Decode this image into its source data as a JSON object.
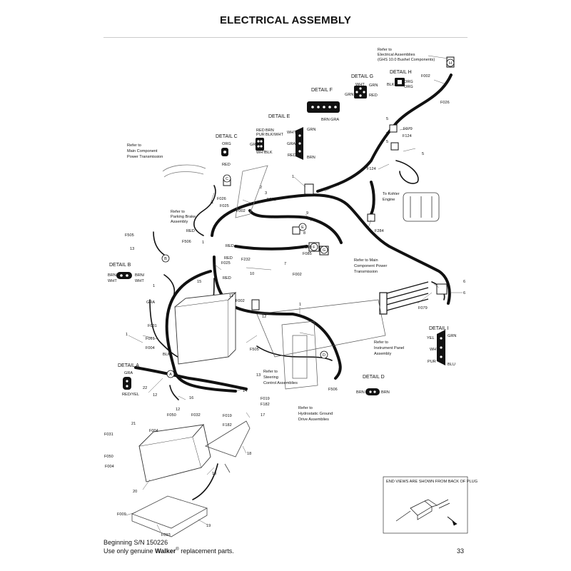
{
  "title": "ELECTRICAL ASSEMBLY",
  "footer": {
    "serial": "Beginning S/N 150226",
    "use_only": "Use only genuine",
    "brand": "Walker",
    "reg": "®",
    "replacement": "replacement parts.",
    "page": "33"
  },
  "details": {
    "a": {
      "title": "DETAIL A",
      "labels": [
        "GRA",
        "RED/YEL"
      ]
    },
    "b": {
      "title": "DETAIL B",
      "labels": [
        "BRN/",
        "WHT",
        "BRN/",
        "WHT"
      ]
    },
    "c": {
      "title": "DETAIL C",
      "labels": [
        "ORG",
        "RED"
      ]
    },
    "d": {
      "title": "DETAIL D",
      "labels": [
        "BRN",
        "BRN"
      ]
    },
    "e": {
      "title": "DETAIL E",
      "labels": [
        "RED",
        "BRN",
        "PUR",
        "BLK/WHT",
        "GRA",
        "WHT",
        "BLK",
        "WHT",
        "GRN",
        "GRA",
        "RED",
        "BRN"
      ]
    },
    "f": {
      "title": "DETAIL F",
      "labels": [
        "BRN",
        "GRA"
      ]
    },
    "g": {
      "title": "DETAIL G",
      "labels": [
        "WHT",
        "GRN",
        "GRN",
        "RED"
      ]
    },
    "h": {
      "title": "DETAIL H",
      "labels": [
        "BLK",
        "ORG",
        "ORG"
      ]
    },
    "i": {
      "title": "DETAIL I",
      "labels": [
        "YEL",
        "GRN",
        "WHT",
        "PUR",
        "BLU"
      ]
    }
  },
  "refs": {
    "ghs": [
      "Refer to",
      "Electrical Assemblies",
      "(GHS 10.0 Bushel Components)"
    ],
    "main_component": [
      "Refer to",
      "Main Component",
      "Power Transmission"
    ],
    "parking_brake": [
      "Refer to",
      "Parking Brake",
      "Assembly"
    ],
    "kohler": [
      "To Kohler",
      "Engine"
    ],
    "main_component2": [
      "Refer to Main",
      "Component Power",
      "Transmission"
    ],
    "instrument": [
      "Refer to",
      "Instrument Panel",
      "Assembly"
    ],
    "steering": [
      "Refer to",
      "Steering",
      "Control Assemblies"
    ],
    "hydrostatic": [
      "Refer to",
      "Hydrostatic Ground",
      "Drive Assemblies"
    ]
  },
  "end_view_note": "END VIEWS ARE SHOWN FROM BACK OF PLUG",
  "callouts": {
    "upper": [
      "F002",
      "F026",
      "5",
      "F079",
      "5",
      "F124",
      "5",
      "5",
      "F124",
      "F284",
      "4",
      "1",
      "2",
      "3",
      "F002",
      "F026",
      "F025",
      "F002",
      "1",
      "9",
      "8",
      "F129",
      "F085",
      "7",
      "F002",
      "6",
      "6",
      "F079",
      "RED",
      "F506",
      "F505",
      "13",
      "1",
      "RED",
      "RED",
      "F025",
      "F232",
      "10",
      "RED",
      "11",
      "F002",
      "15",
      "1",
      "GRA",
      "F031",
      "F061",
      "F004",
      "BLK",
      "1",
      "12",
      "F505",
      "F506",
      "13",
      "14",
      "22",
      "12",
      "16",
      "21",
      "12",
      "F050",
      "F032",
      "F004",
      "F031",
      "F050",
      "F004",
      "F019",
      "F182",
      "F019",
      "F182",
      "17",
      "18",
      "18",
      "20",
      "F009",
      "19",
      "F093",
      "1"
    ],
    "circles": [
      "A",
      "B",
      "C",
      "D",
      "E",
      "F",
      "G",
      "H"
    ]
  }
}
